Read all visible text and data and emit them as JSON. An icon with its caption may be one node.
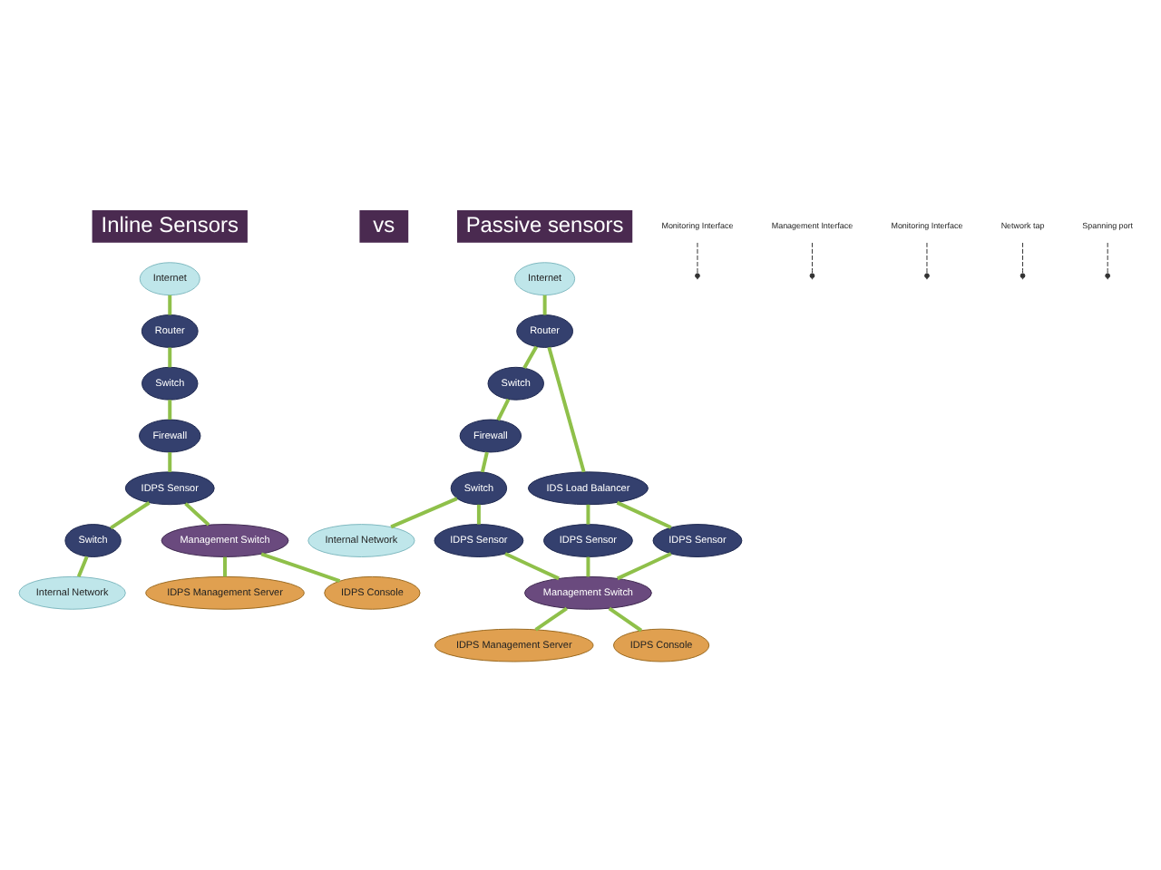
{
  "diagram": {
    "nodes": [
      {
        "text": [
          "Internet"
        ]
      },
      {
        "text": [
          "Router"
        ]
      },
      {
        "text": [
          "Switch"
        ]
      },
      {
        "text": [
          "Firewall"
        ]
      },
      {
        "text": [
          "IDPS Sensor"
        ]
      },
      {
        "text": [
          "Switch"
        ]
      },
      {
        "text": [
          "Internal Network"
        ]
      },
      {
        "text": [
          "Management Switch"
        ]
      },
      {
        "text": [
          "IDPS Management Server"
        ]
      },
      {
        "text": [
          "IDPS Console"
        ]
      },
      {
        "text": [
          "Monitoring Interface"
        ]
      },
      {
        "text": [
          "Management Interface"
        ]
      },
      {
        "text": [
          "Monitoring Interface"
        ]
      },
      {
        "text": [
          "Internet"
        ]
      },
      {
        "text": [
          "Router"
        ]
      },
      {
        "text": [
          "Switch"
        ]
      },
      {
        "text": [
          "Firewall"
        ]
      },
      {
        "text": [
          "Switch"
        ]
      },
      {
        "text": [
          "Internal Network"
        ]
      },
      {
        "text": [
          "IDS Load Balancer"
        ]
      },
      {
        "text": [
          "IDPS Sensor"
        ]
      },
      {
        "text": [
          "IDPS Sensor"
        ]
      },
      {
        "text": [
          "IDPS Sensor"
        ]
      },
      {
        "text": [
          "Management Switch"
        ]
      },
      {
        "text": [
          "IDPS Management Server"
        ]
      },
      {
        "text": [
          "IDPS Console"
        ]
      },
      {
        "text": [
          "Network tap"
        ]
      },
      {
        "text": [
          "Spanning port"
        ]
      }
    ],
    "edges": [
      {
        "from": 0,
        "to": 1,
        "arrow": "none"
      },
      {
        "from": 1,
        "to": 2,
        "arrow": "none"
      },
      {
        "from": 2,
        "to": 3,
        "arrow": "none"
      },
      {
        "from": 3,
        "to": 4,
        "arrow": "none"
      },
      {
        "from": 4,
        "to": 5,
        "arrow": "none"
      },
      {
        "from": 5,
        "to": 6,
        "arrow": "none"
      },
      {
        "from": 4,
        "to": 7,
        "arrow": "none"
      },
      {
        "from": 7,
        "to": 8,
        "arrow": "none"
      },
      {
        "from": 7,
        "to": 9,
        "arrow": "none"
      },
      {
        "from": 10,
        "to": null,
        "arrow": "other",
        "style": "dashed",
        "color": "#333333"
      },
      {
        "from": 11,
        "to": null,
        "arrow": "other",
        "style": "dashed",
        "color": "#333333"
      },
      {
        "from": 12,
        "to": null,
        "arrow": "other",
        "style": "dashed",
        "color": "#333333"
      },
      {
        "from": 13,
        "to": 14,
        "arrow": "none"
      },
      {
        "from": 14,
        "to": 15,
        "arrow": "none"
      },
      {
        "from": 15,
        "to": 16,
        "arrow": "none"
      },
      {
        "from": 16,
        "to": 17,
        "arrow": "none"
      },
      {
        "from": 17,
        "to": 18,
        "arrow": "none"
      },
      {
        "from": 14,
        "to": 19,
        "arrow": "none"
      },
      {
        "from": 19,
        "to": 20,
        "arrow": "none"
      },
      {
        "from": 19,
        "to": 21,
        "arrow": "none"
      },
      {
        "from": 17,
        "to": 22,
        "arrow": "none"
      },
      {
        "from": 20,
        "to": 23,
        "arrow": "none"
      },
      {
        "from": 21,
        "to": 23,
        "arrow": "none"
      },
      {
        "from": 22,
        "to": 23,
        "arrow": "none"
      },
      {
        "from": 23,
        "to": 24,
        "arrow": "none"
      },
      {
        "from": 23,
        "to": 25,
        "arrow": "none"
      },
      {
        "from": 26,
        "to": null,
        "arrow": "other",
        "style": "dashed",
        "color": "#333333"
      },
      {
        "from": 27,
        "to": null,
        "arrow": "other",
        "style": "dashed",
        "color": "#333333"
      }
    ],
    "labels": [
      "Inline Sensors",
      "vs",
      "Passive sensors"
    ]
  }
}
